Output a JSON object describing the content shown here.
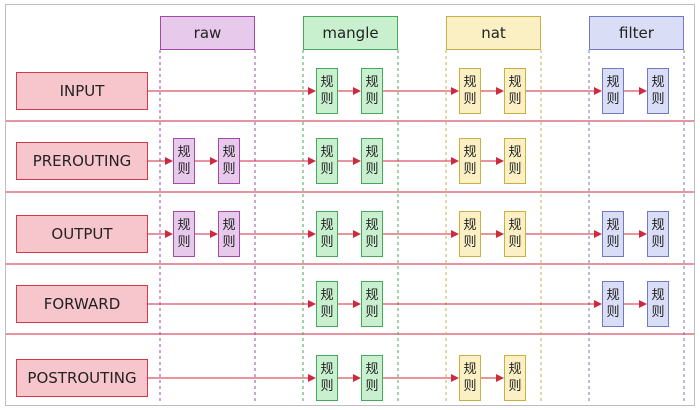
{
  "tables": [
    {
      "name": "raw",
      "fill": "#e7c9ec",
      "stroke": "#a24aa6"
    },
    {
      "name": "mangle",
      "fill": "#c8f0cf",
      "stroke": "#46a85a"
    },
    {
      "name": "nat",
      "fill": "#fbf0c4",
      "stroke": "#c8b045"
    },
    {
      "name": "filter",
      "fill": "#d9ddf6",
      "stroke": "#7279c2"
    }
  ],
  "chains": [
    {
      "name": "INPUT",
      "tables": [
        "mangle",
        "nat",
        "filter"
      ]
    },
    {
      "name": "PREROUTING",
      "tables": [
        "raw",
        "mangle",
        "nat"
      ]
    },
    {
      "name": "OUTPUT",
      "tables": [
        "raw",
        "mangle",
        "nat",
        "filter"
      ]
    },
    {
      "name": "FORWARD",
      "tables": [
        "mangle",
        "filter"
      ]
    },
    {
      "name": "POSTROUTING",
      "tables": [
        "mangle",
        "nat"
      ]
    }
  ],
  "rule_label": [
    "规",
    "则"
  ],
  "colors": {
    "arrow": "#cc2a3f",
    "divider": "#cc2a3f",
    "guide": "#8a6a8a"
  }
}
